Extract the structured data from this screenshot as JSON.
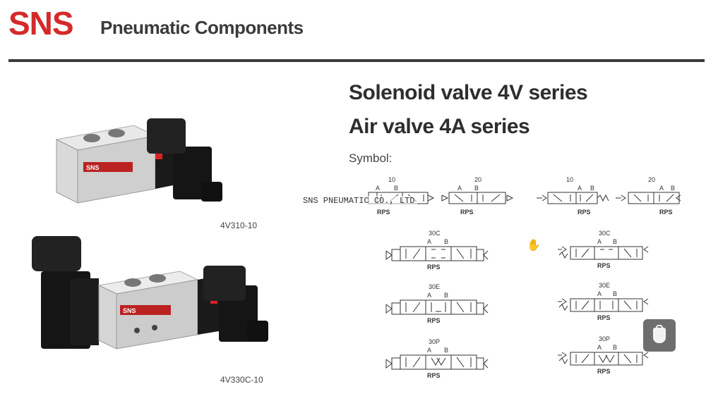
{
  "header": {
    "brand": "SNS",
    "company": "Pneumatic Components"
  },
  "titles": {
    "line1": "Solenoid valve 4V series",
    "line2": "Air valve 4A series",
    "symbol_label": "Symbol:"
  },
  "watermark": "SNS PNEUMATIC CO., LTD",
  "products": [
    {
      "caption": "4V310-10",
      "body_label": "SNS"
    },
    {
      "caption": "4V330C-10",
      "body_label": "SNS"
    }
  ],
  "symbols": {
    "port_a": "A",
    "port_b": "B",
    "ports_label": "RPS",
    "row1": [
      "10",
      "20",
      "10",
      "20"
    ],
    "row2": [
      "30C",
      "30C"
    ],
    "row3": [
      "30E",
      "30E"
    ],
    "row4": [
      "30P",
      "30P"
    ]
  },
  "colors": {
    "brand_red": "#d42a2a",
    "rule": "#3a3a3a",
    "float_button": "#6e6e6e"
  }
}
